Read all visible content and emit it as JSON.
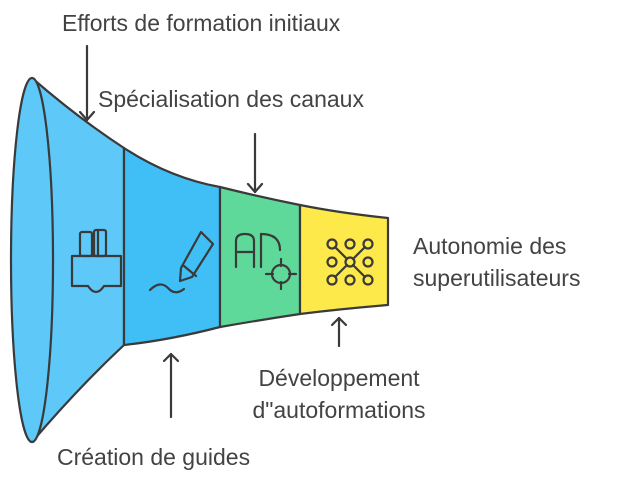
{
  "diagram": {
    "type": "funnel",
    "colors": {
      "segment_1": "#5ec8f8",
      "segment_2": "#3fbff6",
      "segment_3": "#5fd99a",
      "segment_4": "#fde94a",
      "outline": "#3a3a3a",
      "text": "#434343"
    },
    "labels": {
      "efforts": "Efforts de formation initiaux",
      "specialisation": "Spécialisation des canaux",
      "autonomie_l1": "Autonomie des",
      "autonomie_l2": "superutilisateurs",
      "developpement_l1": "Développement",
      "developpement_l2": "d\"autoformations",
      "creation": "Création de guides"
    },
    "icons": [
      "pencil-cup-icon",
      "pen-signature-icon",
      "ad-target-icon",
      "network-grid-icon"
    ]
  }
}
